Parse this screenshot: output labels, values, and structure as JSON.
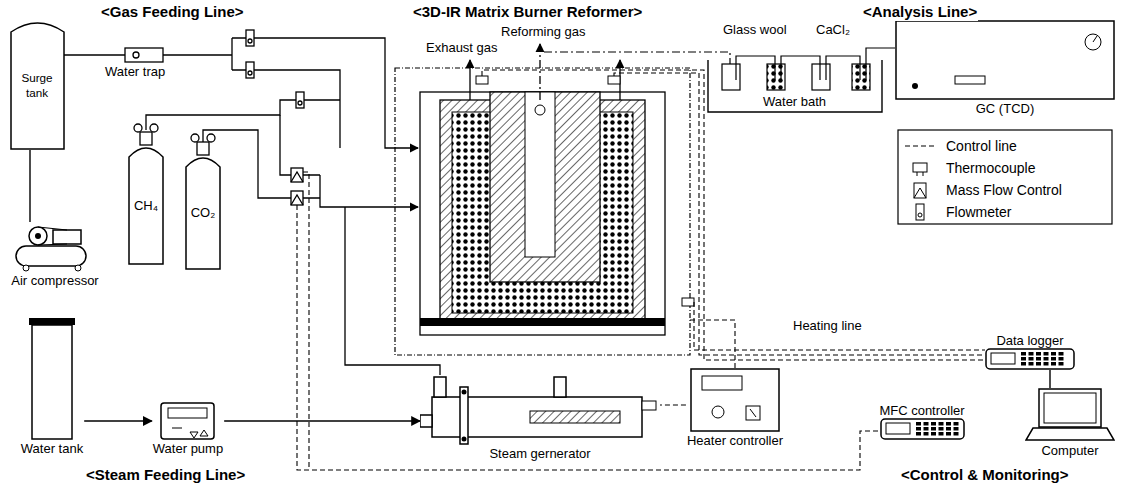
{
  "diagram": {
    "nodes": [
      {
        "text": [
          "Surge tank"
        ]
      },
      {
        "text": [
          "Air compressor"
        ]
      },
      {
        "text": [
          "CH₄"
        ]
      },
      {
        "text": [
          "CO₂"
        ]
      },
      {
        "text": [
          "GC (TCD)"
        ]
      },
      {
        "text": [
          "Water tank"
        ]
      },
      {
        "text": [
          "Water pump"
        ]
      },
      {
        "text": [
          "Steam gernerator"
        ]
      },
      {
        "text": [
          "Heater controller"
        ]
      },
      {
        "text": [
          "Data logger"
        ]
      },
      {
        "text": [
          "MFC controller"
        ]
      },
      {
        "text": [
          "Computer"
        ]
      }
    ],
    "edges": [
      {
        "from": 1,
        "to": 0,
        "arrow": "none"
      },
      {
        "from": 5,
        "to": 6,
        "arrow": "to"
      },
      {
        "from": 6,
        "to": 7,
        "arrow": "to"
      },
      {
        "from": 9,
        "to": 11,
        "arrow": "none"
      },
      {
        "from": 8,
        "to": 7,
        "arrow": "none"
      }
    ],
    "labels": [
      "<Gas Feeding Line>",
      "<3D-IR Matrix Burner Reformer>",
      "<Analysis Line>",
      "Water trap",
      "Reforming gas",
      "Exhaust gas",
      "Glass wool",
      "CaCl₂",
      "Water bath",
      "Heating line",
      "<Steam Feeding Line>",
      "<Control & Monitoring>"
    ],
    "legend": [
      {
        "text": "Control line"
      },
      {
        "text": "Thermocouple"
      },
      {
        "text": "Mass Flow Control"
      },
      {
        "text": "Flowmeter"
      }
    ]
  }
}
